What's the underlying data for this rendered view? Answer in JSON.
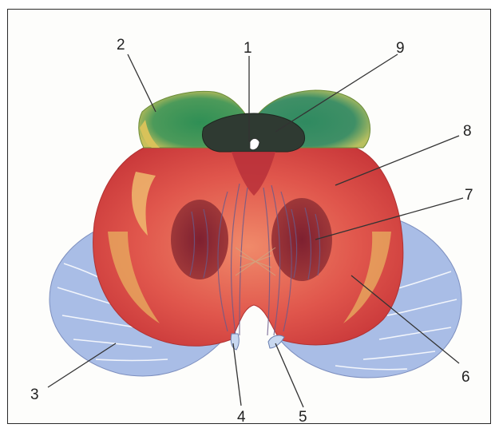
{
  "labels": [
    {
      "id": "1",
      "text": "1"
    },
    {
      "id": "2",
      "text": "2"
    },
    {
      "id": "3",
      "text": "3"
    },
    {
      "id": "4",
      "text": "4"
    },
    {
      "id": "5",
      "text": "5"
    },
    {
      "id": "6",
      "text": "6"
    },
    {
      "id": "7",
      "text": "7"
    },
    {
      "id": "8",
      "text": "8"
    },
    {
      "id": "9",
      "text": "9"
    }
  ],
  "colors": {
    "tectum_green": "#3f8f5a",
    "tectum_yellow": "#d8c25a",
    "ventricle_dark": "#2f3a32",
    "tegmentum_red": "#e0504a",
    "nucleus_dark": "#8a2430",
    "peduncle_blue": "#a9bde6",
    "leader_line": "#333333"
  }
}
